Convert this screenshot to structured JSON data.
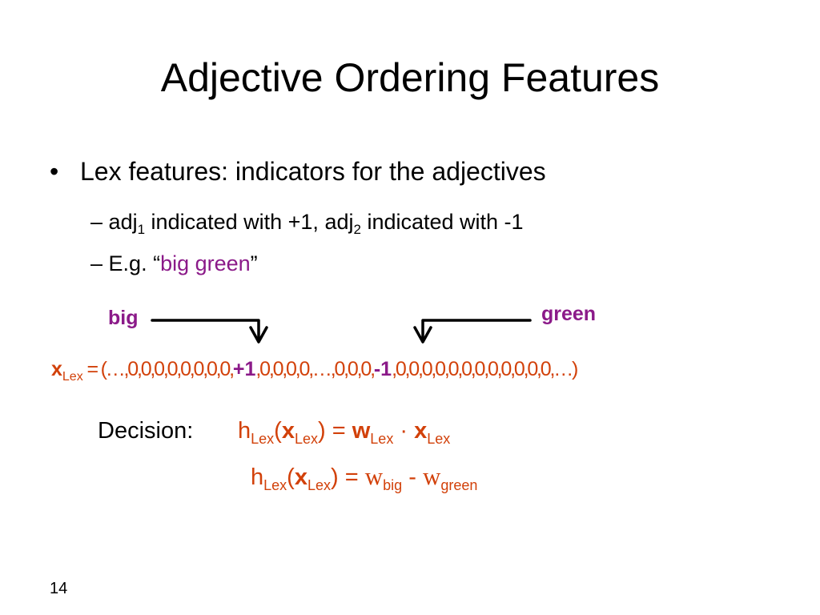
{
  "title": "Adjective Ordering Features",
  "bullet": {
    "symbol": "•",
    "text": "Lex features: indicators for the adjectives"
  },
  "subbullets": [
    {
      "dash": "–",
      "a_word": "adj",
      "a_sub": "1",
      "a_rest": " indicated with +1, ",
      "b_word": "adj",
      "b_sub": "2",
      "b_rest": " indicated with -1"
    },
    {
      "dash": "–",
      "prefix": "E.g. “",
      "highlight": "big green",
      "suffix": "”"
    }
  ],
  "labels": {
    "big": "big",
    "green": "green"
  },
  "vector": {
    "var": "x",
    "sub": "Lex",
    "head": " = (…,0,0,0,0,0,0,0,0,",
    "plus": "+1",
    "mid": ",0,0,0,0,…,0,0,0,",
    "minus": "-1",
    "tail": ",0,0,0,0,0,0,0,0,0,0,0,0,…)"
  },
  "decision": {
    "label": "Decision:",
    "eq1": {
      "h": "h",
      "h_sub": "Lex",
      "open": "(",
      "x": "x",
      "x_sub": "Lex",
      "close_eq": ") = ",
      "w": "w",
      "w_sub": "Lex",
      "dot": " · ",
      "x2": "x",
      "x2_sub": "Lex"
    },
    "eq2": {
      "h": "h",
      "h_sub": "Lex",
      "open": "(",
      "x": "x",
      "x_sub": "Lex",
      "close_eq": ") = ",
      "w1": "w",
      "w1_sub": "big",
      "minus": " - ",
      "w2": "w",
      "w2_sub": "green"
    }
  },
  "page_number": "14",
  "colors": {
    "highlight": "#8b1a89",
    "formula": "#d2410a",
    "text": "#000000"
  }
}
